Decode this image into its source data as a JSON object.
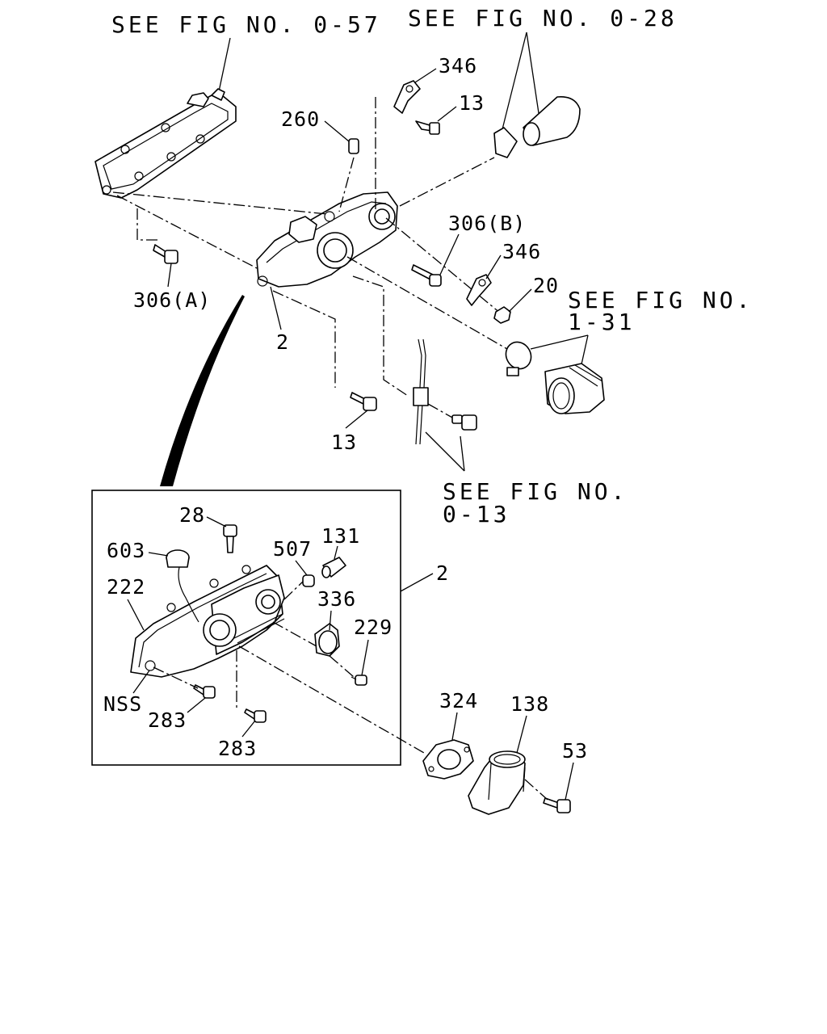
{
  "references": {
    "fig_0_57": "SEE FIG NO. 0-57",
    "fig_0_28": "SEE FIG NO. 0-28",
    "fig_1_31_line1": "SEE FIG NO.",
    "fig_1_31_line2": "1-31",
    "fig_0_13_line1": "SEE FIG NO.",
    "fig_0_13_line2": "0-13"
  },
  "parts": {
    "p346_top": "346",
    "p13_top": "13",
    "p260": "260",
    "p306b": "306(B)",
    "p346_mid": "346",
    "p20": "20",
    "p306a": "306(A)",
    "p2_main": "2",
    "p13_bottom": "13",
    "p28": "28",
    "p603": "603",
    "p507": "507",
    "p131": "131",
    "p2_detail": "2",
    "p222": "222",
    "p336": "336",
    "p229": "229",
    "pNSS": "NSS",
    "p283_a": "283",
    "p283_b": "283",
    "p324": "324",
    "p138": "138",
    "p53": "53"
  }
}
